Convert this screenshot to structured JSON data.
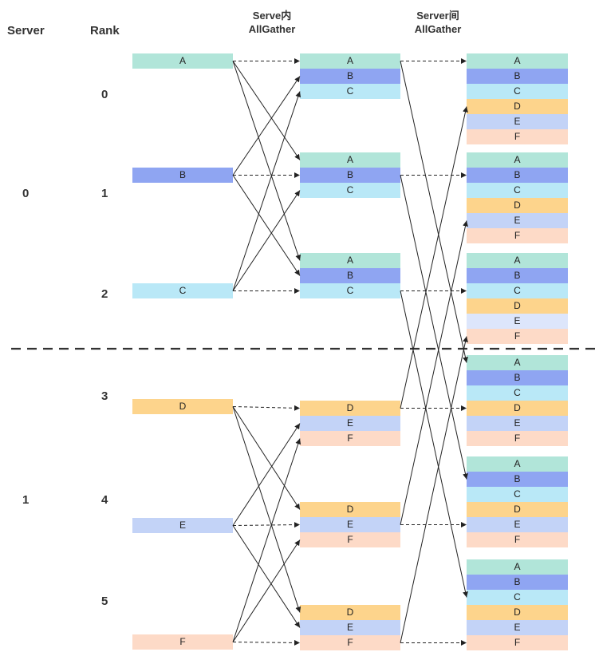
{
  "headers": {
    "server": "Server",
    "rank": "Rank",
    "intra": [
      "Serve内",
      "AllGather"
    ],
    "inter": [
      "Server间",
      "AllGather"
    ]
  },
  "servers": [
    {
      "label": "0",
      "ranks": [
        "0",
        "1",
        "2"
      ]
    },
    {
      "label": "1",
      "ranks": [
        "3",
        "4",
        "5"
      ]
    }
  ],
  "colors": {
    "A": "#b1e5d9",
    "B": "#8fa5f2",
    "C": "#b9e8f7",
    "D": "#fdd48c",
    "E": "#c3d3f7",
    "E_light": "#dde6fb",
    "F": "#fddac7"
  },
  "rank_blocks": [
    "A",
    "B",
    "C",
    "D",
    "E",
    "F"
  ],
  "intra_blocks": [
    [
      "A",
      "B",
      "C"
    ],
    [
      "A",
      "B",
      "C"
    ],
    [
      "A",
      "B",
      "C"
    ],
    [
      "D",
      "E",
      "F"
    ],
    [
      "D",
      "E",
      "F"
    ],
    [
      "D",
      "E",
      "F"
    ]
  ],
  "inter_blocks": [
    [
      "A",
      "B",
      "C",
      "D",
      "E",
      "F"
    ],
    [
      "A",
      "B",
      "C",
      "D",
      "E",
      "F"
    ],
    [
      "A",
      "B",
      "C",
      "D",
      "E",
      "F"
    ],
    [
      "A",
      "B",
      "C",
      "D",
      "E",
      "F"
    ],
    [
      "A",
      "B",
      "C",
      "D",
      "E",
      "F"
    ],
    [
      "A",
      "B",
      "C",
      "D",
      "E",
      "F"
    ]
  ]
}
